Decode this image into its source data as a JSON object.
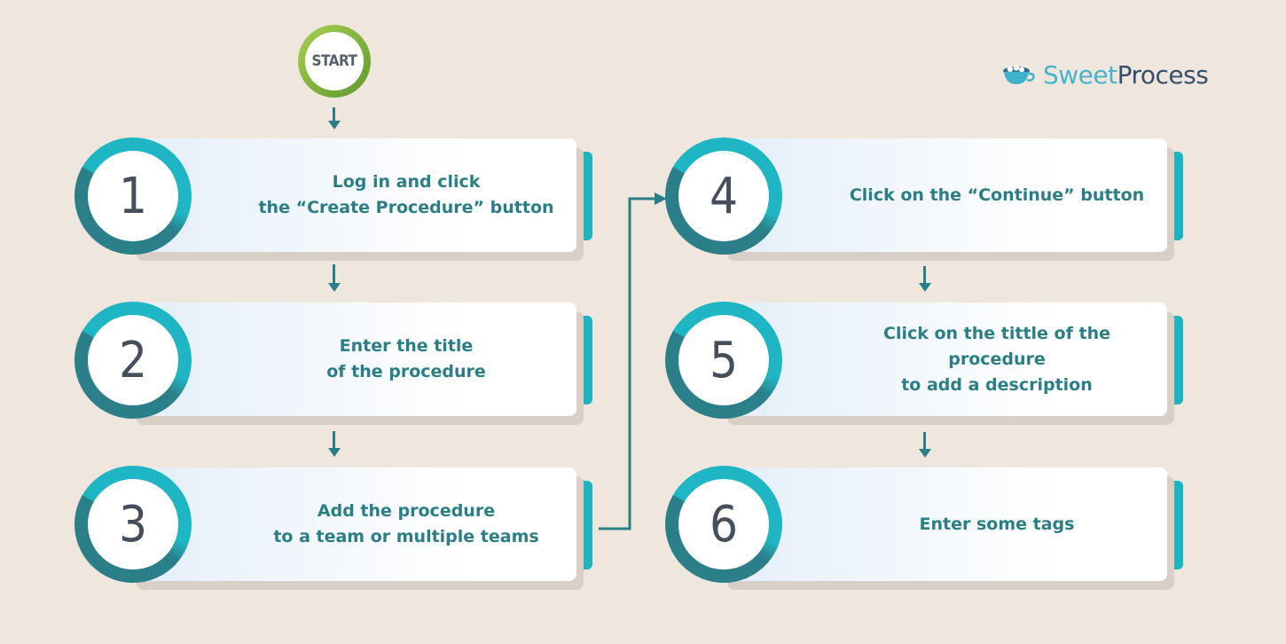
{
  "start_label": "START",
  "logo": {
    "sweet": "Sweet",
    "process": "Process"
  },
  "colors": {
    "background": "#efe6dd",
    "accent_teal": "#1fb3bf",
    "text_teal": "#2a7f86",
    "start_green": "#7bb33c"
  },
  "steps": [
    {
      "number": "1",
      "text": "Log in and click\nthe “Create Procedure” button"
    },
    {
      "number": "2",
      "text": "Enter the title\nof the procedure"
    },
    {
      "number": "3",
      "text": "Add the procedure\nto a team or multiple teams"
    },
    {
      "number": "4",
      "text": "Click on the “Continue” button"
    },
    {
      "number": "5",
      "text": "Click on the tittle of the procedure\nto add a description"
    },
    {
      "number": "6",
      "text": "Enter some tags"
    }
  ]
}
